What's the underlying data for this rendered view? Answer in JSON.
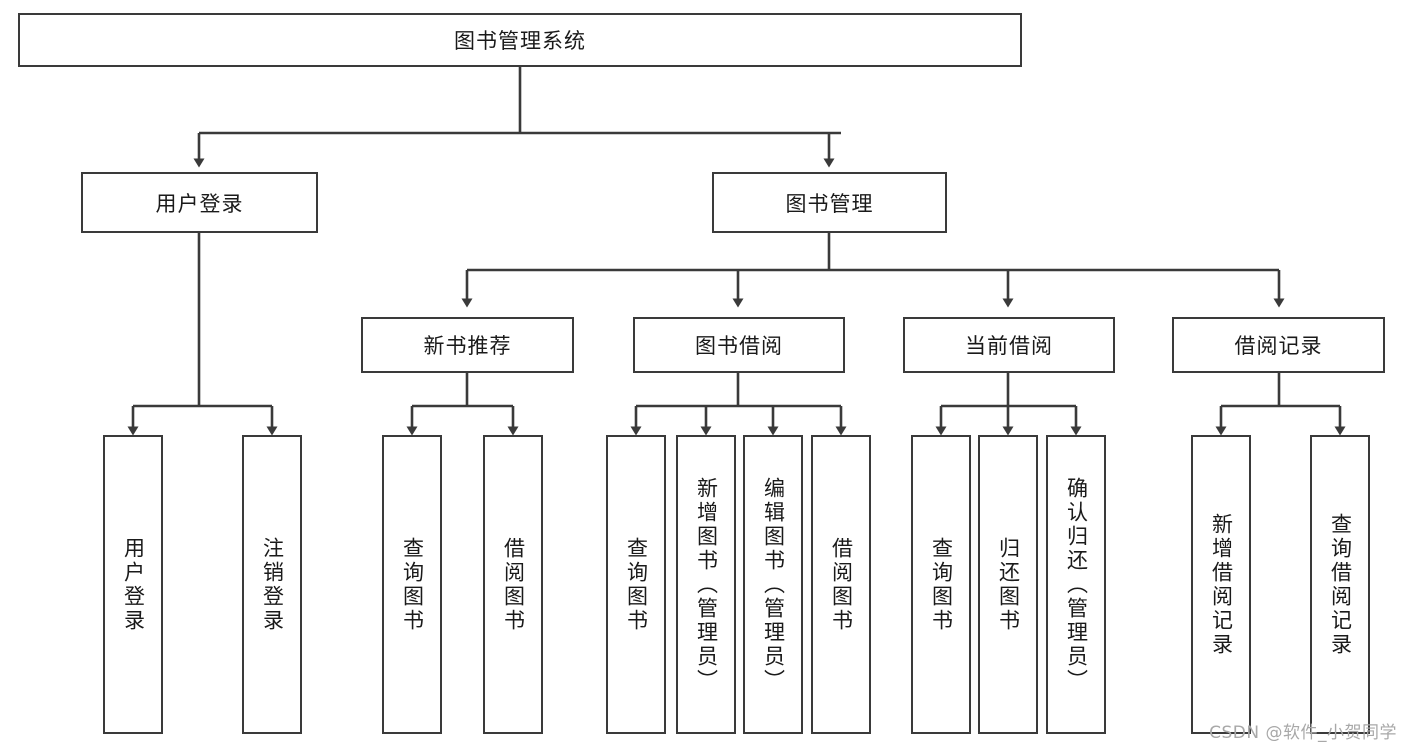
{
  "diagram": {
    "title": "图书管理系统",
    "type": "hierarchy-tree",
    "colors": {
      "border": "#3a3a3a",
      "background": "#ffffff",
      "text": "#1a1a1a",
      "watermark": "#a8a8a8"
    },
    "root": {
      "label": "图书管理系统"
    },
    "level2": [
      {
        "label": "用户登录"
      },
      {
        "label": "图书管理"
      }
    ],
    "level3": [
      {
        "label": "新书推荐"
      },
      {
        "label": "图书借阅"
      },
      {
        "label": "当前借阅"
      },
      {
        "label": "借阅记录"
      }
    ],
    "leaves": {
      "user_login": [
        {
          "label": "用户登录"
        },
        {
          "label": "注销登录"
        }
      ],
      "new_book_recommend": [
        {
          "label": "查询图书"
        },
        {
          "label": "借阅图书"
        }
      ],
      "book_borrow": [
        {
          "label": "查询图书"
        },
        {
          "label": "新增图书（管理员）"
        },
        {
          "label": "编辑图书（管理员）"
        },
        {
          "label": "借阅图书"
        }
      ],
      "current_borrow": [
        {
          "label": "查询图书"
        },
        {
          "label": "归还图书"
        },
        {
          "label": "确认归还（管理员）"
        }
      ],
      "borrow_record": [
        {
          "label": "新增借阅记录"
        },
        {
          "label": "查询借阅记录"
        }
      ]
    }
  },
  "watermark": {
    "text": "CSDN @软件_小贺同学"
  }
}
